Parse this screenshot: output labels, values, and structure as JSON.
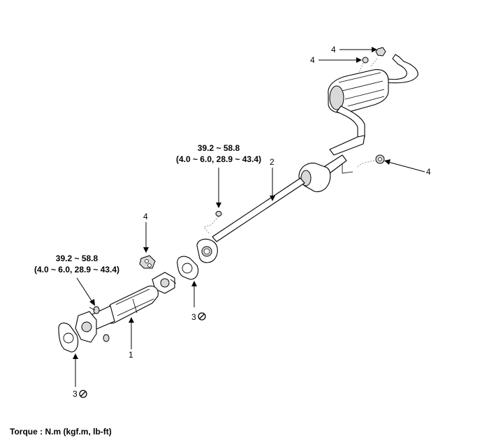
{
  "labels": {
    "part1": "1",
    "part2": "2",
    "part3a": "3",
    "part3b": "3",
    "part4a": "4",
    "part4b": "4",
    "part4c": "4",
    "part4d": "4"
  },
  "torque_front": {
    "line1": "39.2 ~ 58.8",
    "line2": "(4.0 ~ 6.0, 28.9 ~ 43.4)"
  },
  "torque_center": {
    "line1": "39.2 ~ 58.8",
    "line2": "(4.0 ~ 6.0, 28.9 ~ 43.4)"
  },
  "footer": {
    "torque_note": "Torque : N.m (kgf.m, lb-ft)"
  },
  "icons": {
    "replace_symbol": "do-not-reuse-icon"
  }
}
